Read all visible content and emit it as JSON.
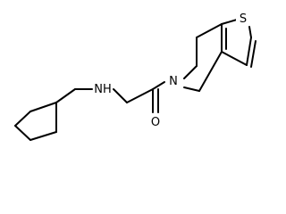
{
  "molecule": {
    "atoms": {
      "S": "S",
      "N_ring": "N",
      "NH": "NH",
      "O": "O"
    },
    "colors": {
      "bond": "#000000",
      "text": "#000000",
      "background": "#ffffff"
    }
  }
}
